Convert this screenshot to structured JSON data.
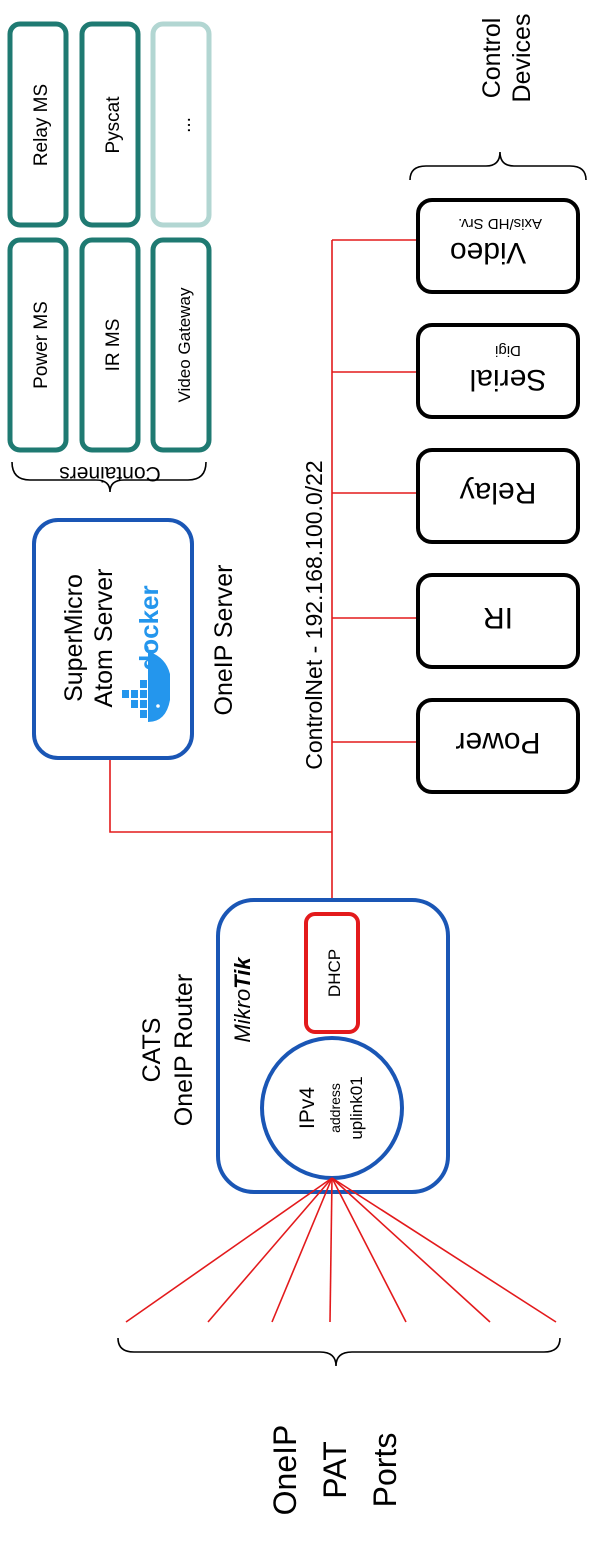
{
  "colors": {
    "network_line": "#e31a1c",
    "server_border": "#1a56b5",
    "container_border": "#1f7a72",
    "container_placeholder_border": "#b2d6d2",
    "dhcp_border": "#e31a1c",
    "device_border": "#000000",
    "docker_blue": "#2496ed"
  },
  "icons": [
    "docker-logo",
    "mikrotik-logo"
  ],
  "server": {
    "line1": "SuperMicro",
    "line2": "Atom Server",
    "docker_word": "docker",
    "caption": "OneIP Server"
  },
  "containers": {
    "label": "Containers",
    "items": [
      {
        "label": "Relay MS",
        "placeholder": false
      },
      {
        "label": "Power MS",
        "placeholder": false
      },
      {
        "label": "Pyscat",
        "placeholder": false
      },
      {
        "label": "IR MS",
        "placeholder": false
      },
      {
        "label": "...",
        "placeholder": true
      },
      {
        "label": "Video Gateway",
        "placeholder": false
      }
    ]
  },
  "control_devices": {
    "label_line1": "Control",
    "label_line2": "Devices",
    "devices": [
      {
        "name": "Video",
        "sub": "Axis/HD Srv."
      },
      {
        "name": "Serial",
        "sub": "Digi"
      },
      {
        "name": "Relay",
        "sub": ""
      },
      {
        "name": "IR",
        "sub": ""
      },
      {
        "name": "Power",
        "sub": ""
      }
    ]
  },
  "network": {
    "label": "ControlNet - 192.168.100.0/22"
  },
  "router": {
    "line1": "CATS",
    "line2": "OneIP Router",
    "brand_prefix": "Mikro",
    "brand_suffix": "Tik",
    "dhcp": "DHCP",
    "ipv4": "IPv4",
    "address_label": "address",
    "interface": "uplink01"
  },
  "ports": {
    "line1": "OneIP",
    "line2": "PAT",
    "line3": "Ports"
  }
}
